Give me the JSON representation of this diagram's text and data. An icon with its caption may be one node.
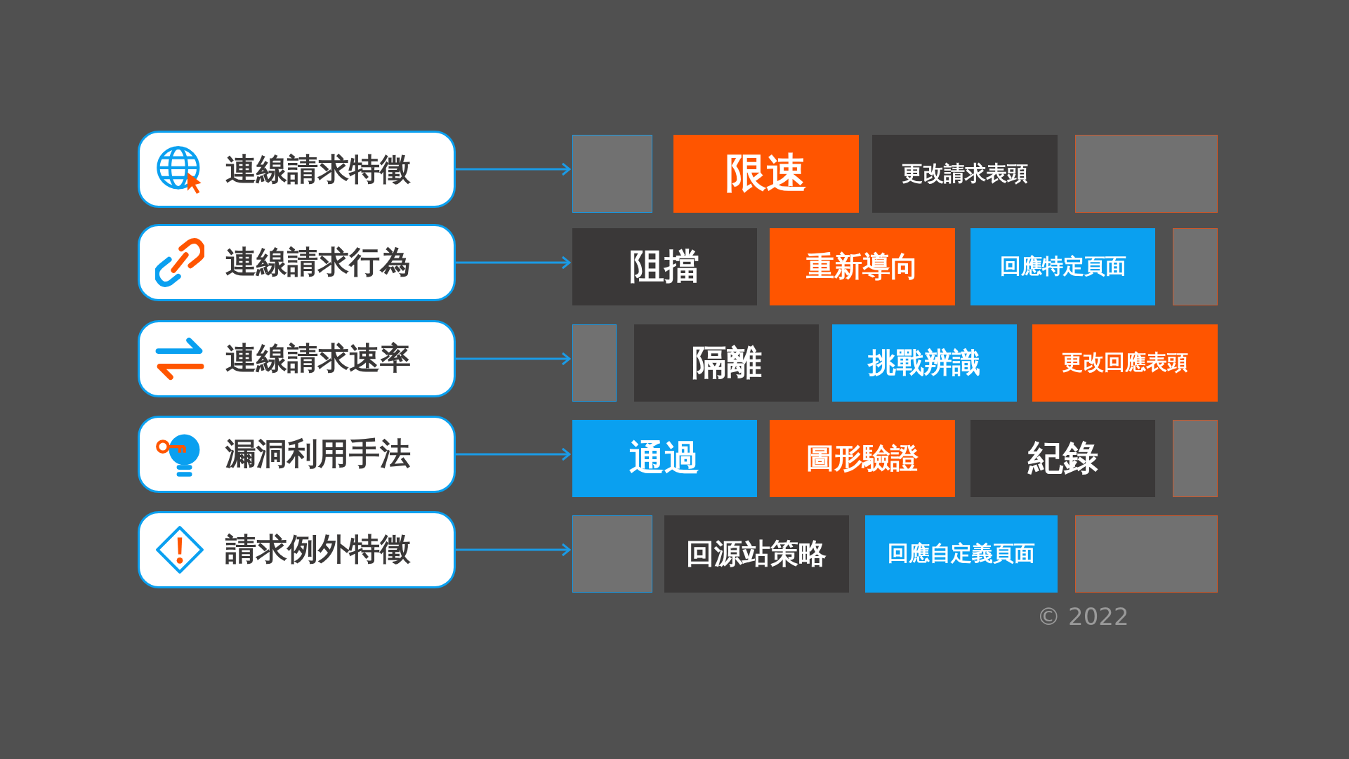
{
  "diagram": {
    "nodes": [
      {
        "text": [
          "連線請求特徵"
        ]
      },
      {
        "text": [],
        "shape": "box"
      },
      {
        "text": [
          "限速"
        ]
      },
      {
        "text": [
          "更改請求表頭"
        ]
      },
      {
        "text": [],
        "shape": "box"
      },
      {
        "text": [
          "連線請求行為"
        ]
      },
      {
        "text": [
          "阻擋"
        ]
      },
      {
        "text": [
          "重新導向"
        ]
      },
      {
        "text": [
          "回應特定頁面"
        ]
      },
      {
        "text": [],
        "shape": "box"
      },
      {
        "text": [
          "連線請求速率"
        ]
      },
      {
        "text": [],
        "shape": "box"
      },
      {
        "text": [
          "隔離"
        ]
      },
      {
        "text": [
          "挑戰辨識"
        ]
      },
      {
        "text": [
          "更改回應表頭"
        ]
      },
      {
        "text": [
          "漏洞利用手法"
        ]
      },
      {
        "text": [
          "通過"
        ]
      },
      {
        "text": [
          "圖形驗證"
        ]
      },
      {
        "text": [
          "紀錄"
        ]
      },
      {
        "text": [],
        "shape": "box"
      },
      {
        "text": [
          "請求例外特徵"
        ]
      },
      {
        "text": [],
        "shape": "box"
      },
      {
        "text": [
          "回源站策略"
        ]
      },
      {
        "text": [
          "回應自定義頁面"
        ]
      },
      {
        "text": [],
        "shape": "box"
      }
    ],
    "edges": [
      {
        "from": 0,
        "to": 1,
        "arrow": "to"
      },
      {
        "from": 5,
        "to": 6,
        "arrow": "to"
      },
      {
        "from": 10,
        "to": 11,
        "arrow": "to"
      },
      {
        "from": 15,
        "to": 16,
        "arrow": "to"
      },
      {
        "from": 20,
        "to": 21,
        "arrow": "to"
      }
    ],
    "labels": [
      "© 2022"
    ]
  }
}
